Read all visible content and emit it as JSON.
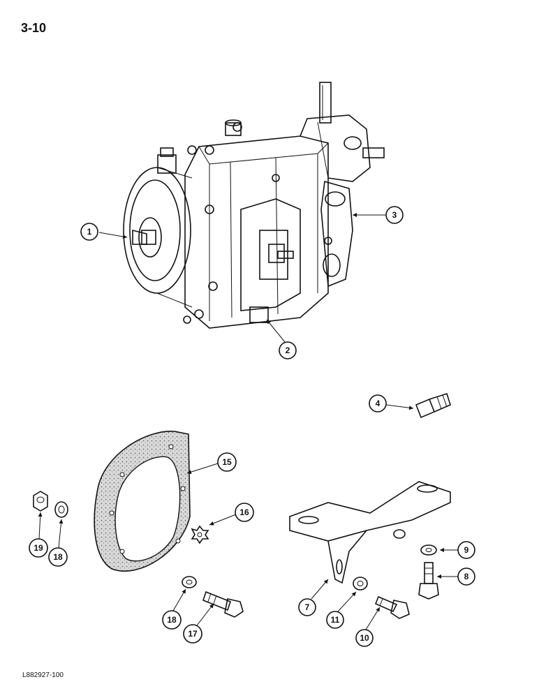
{
  "page": {
    "number": "3-10",
    "footer_code": "L882927-100"
  },
  "callouts": [
    {
      "id": "c1",
      "label": "1"
    },
    {
      "id": "c2",
      "label": "2"
    },
    {
      "id": "c3",
      "label": "3"
    },
    {
      "id": "c4",
      "label": "4"
    },
    {
      "id": "c15",
      "label": "15"
    },
    {
      "id": "c16",
      "label": "16"
    },
    {
      "id": "c19",
      "label": "19"
    },
    {
      "id": "c18a",
      "label": "18"
    },
    {
      "id": "c9",
      "label": "9"
    },
    {
      "id": "c8",
      "label": "8"
    },
    {
      "id": "c7",
      "label": "7"
    },
    {
      "id": "c11",
      "label": "11"
    },
    {
      "id": "c10",
      "label": "10"
    },
    {
      "id": "c18b",
      "label": "18"
    },
    {
      "id": "c17",
      "label": "17"
    }
  ],
  "colors": {
    "ink": "#111111",
    "paper": "#ffffff",
    "gasket": "#cfcfcf"
  }
}
